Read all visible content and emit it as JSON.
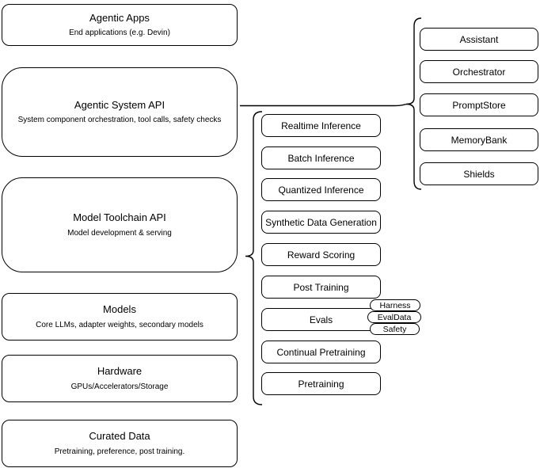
{
  "diagram": {
    "stack_boxes": [
      {
        "title": "Agentic Apps",
        "subtitle": "End applications (e.g. Devin)"
      },
      {
        "title": "Agentic System API",
        "subtitle": "System component orchestration, tool calls, safety checks"
      },
      {
        "title": "Model Toolchain API",
        "subtitle": "Model development & serving"
      },
      {
        "title": "Models",
        "subtitle": "Core LLMs, adapter weights, secondary models"
      },
      {
        "title": "Hardware",
        "subtitle": "GPUs/Accelerators/Storage"
      },
      {
        "title": "Curated Data",
        "subtitle": "Pretraining, preference, post training."
      }
    ],
    "toolchain_services": [
      "Realtime Inference",
      "Batch Inference",
      "Quantized Inference",
      "Synthetic Data Generation",
      "Reward Scoring",
      "Post Training",
      "Evals",
      "Continual Pretraining",
      "Pretraining"
    ],
    "eval_tags": [
      "Harness",
      "EvalData",
      "Safety"
    ],
    "system_components": [
      "Assistant",
      "Orchestrator",
      "PromptStore",
      "MemoryBank",
      "Shields"
    ],
    "colors": {
      "stroke": "#000000",
      "fill": "#ffffff",
      "background": "#ffffff"
    }
  }
}
